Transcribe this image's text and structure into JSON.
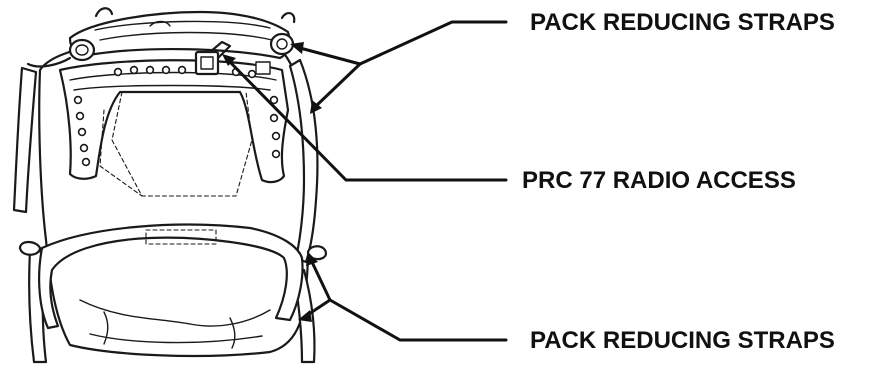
{
  "callouts": {
    "top": "PACK REDUCING STRAPS",
    "middle": "PRC 77 RADIO ACCESS",
    "bottom": "PACK REDUCING STRAPS"
  },
  "colors": {
    "ink": "#1a1a1a",
    "background": "#ffffff"
  }
}
